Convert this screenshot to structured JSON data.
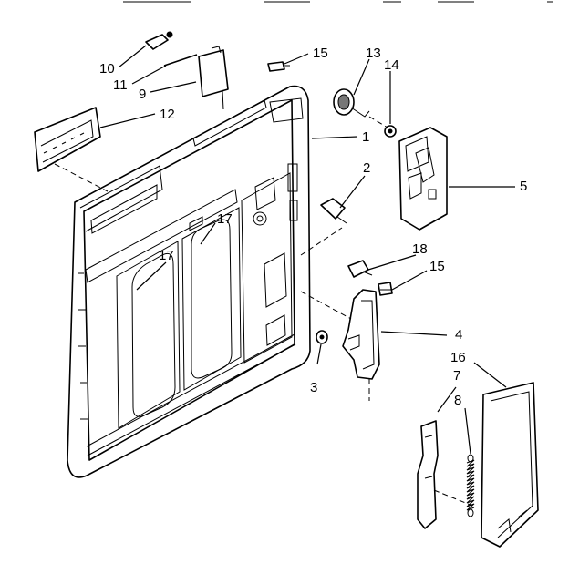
{
  "callouts": [
    {
      "id": "c10",
      "text": "10"
    },
    {
      "id": "c11",
      "text": "11"
    },
    {
      "id": "c9",
      "text": "9"
    },
    {
      "id": "c12",
      "text": "12"
    },
    {
      "id": "c15a",
      "text": "15"
    },
    {
      "id": "c13",
      "text": "13"
    },
    {
      "id": "c14",
      "text": "14"
    },
    {
      "id": "c1",
      "text": "1"
    },
    {
      "id": "c2",
      "text": "2"
    },
    {
      "id": "c5",
      "text": "5"
    },
    {
      "id": "c17a",
      "text": "17"
    },
    {
      "id": "c17b",
      "text": "17"
    },
    {
      "id": "c18",
      "text": "18"
    },
    {
      "id": "c15b",
      "text": "15"
    },
    {
      "id": "c4",
      "text": "4"
    },
    {
      "id": "c3",
      "text": "3"
    },
    {
      "id": "c16",
      "text": "16"
    },
    {
      "id": "c7",
      "text": "7"
    },
    {
      "id": "c8",
      "text": "8"
    }
  ]
}
